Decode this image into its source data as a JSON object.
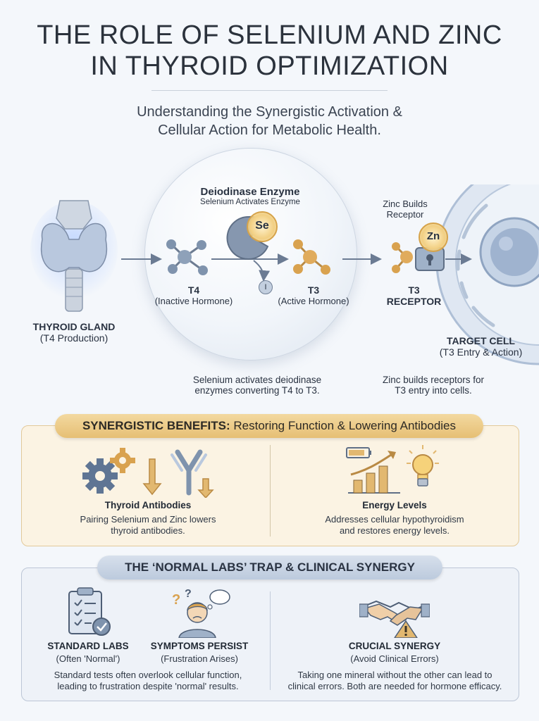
{
  "header": {
    "title_line1": "THE ROLE OF SELENIUM AND ZINC",
    "title_line2": "IN THYROID OPTIMIZATION",
    "subtitle_line1": "Understanding the Synergistic Activation &",
    "subtitle_line2": "Cellular Action for Metabolic Health."
  },
  "diagram": {
    "gland_title": "THYROID GLAND",
    "gland_sub": "(T4 Production)",
    "enzyme_title": "Deiodinase Enzyme",
    "enzyme_sub": "Selenium Activates Enzyme",
    "se_symbol": "Se",
    "iodine_symbol": "I",
    "t4_title": "T4",
    "t4_sub": "(Inactive Hormone)",
    "t3_title": "T3",
    "t3_sub": "(Active Hormone)",
    "zinc_note_line1": "Zinc Builds",
    "zinc_note_line2": "Receptor",
    "zn_symbol": "Zn",
    "receptor_line1": "T3",
    "receptor_line2": "RECEPTOR",
    "cell_title": "TARGET CELL",
    "cell_sub": "(T3 Entry & Action)",
    "caption_se_line1": "Selenium activates deiodinase",
    "caption_se_line2": "enzymes converting T4 to T3.",
    "caption_zn_line1": "Zinc builds receptors for",
    "caption_zn_line2": "T3 entry into cells."
  },
  "benefits": {
    "heading_bold": "SYNERGISTIC BENEFITS:",
    "heading_rest": " Restoring Function & Lowering Antibodies",
    "left_title": "Thyroid Antibodies",
    "left_line1": "Pairing Selenium and Zinc lowers",
    "left_line2": "thyroid antibodies.",
    "right_title": "Energy Levels",
    "right_line1": "Addresses cellular hypothyroidism",
    "right_line2": "and restores energy levels."
  },
  "trap": {
    "heading": "THE ‘NORMAL LABS’ TRAP & CLINICAL SYNERGY",
    "labs_title": "STANDARD LABS",
    "labs_sub": "(Often 'Normal')",
    "symptoms_title": "SYMPTOMS PERSIST",
    "symptoms_sub": "(Frustration Arises)",
    "left_line1": "Standard tests often overlook cellular function,",
    "left_line2": "leading to frustration despite 'normal' results.",
    "synergy_title": "CRUCIAL SYNERGY",
    "synergy_sub": "(Avoid Clinical Errors)",
    "right_line1": "Taking one mineral without the other can lead to",
    "right_line2": "clinical errors. Both are needed for hormone efficacy.",
    "question_marks": "?  ?"
  },
  "colors": {
    "accent_gold": "#e3b96a",
    "atom_blue": "#7f93ad",
    "atom_orange": "#d9a24f",
    "cell_blue": "#a9bdd8"
  }
}
